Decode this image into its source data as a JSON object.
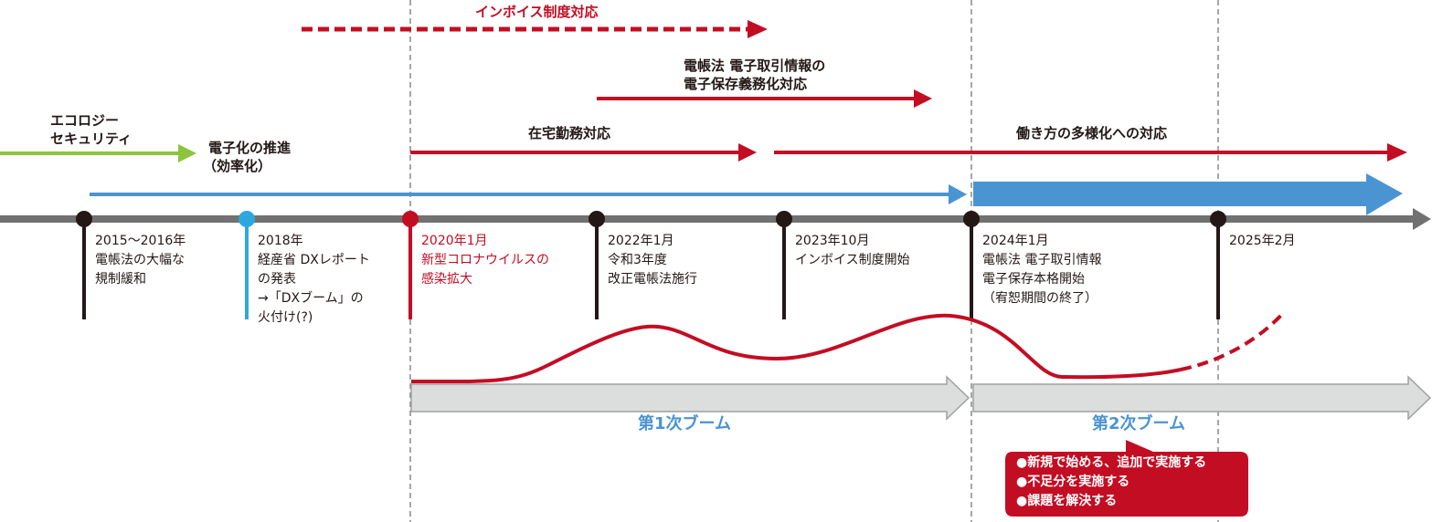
{
  "arrows": {
    "invoice": "インボイス制度対応",
    "denchoho": [
      "電帳法 電子取引情報の",
      "電子保存義務化対応"
    ],
    "ecology": [
      "エコロジー",
      "セキュリティ"
    ],
    "digitize": [
      "電子化の推進",
      "（効率化）"
    ],
    "remote": "在宅勤務対応",
    "diverse": "働き方の多様化への対応"
  },
  "events": [
    {
      "date": "2015～2016年",
      "lines": [
        "電帳法の大幅な",
        "規制緩和"
      ]
    },
    {
      "date": "2018年",
      "lines": [
        "経産省 DXレポート",
        "の発表",
        "→「DXブーム」の",
        "火付け(?)"
      ]
    },
    {
      "date": "2020年1月",
      "lines": [
        "新型コロナウイルスの",
        "感染拡大"
      ]
    },
    {
      "date": "2022年1月",
      "lines": [
        "令和3年度",
        "改正電帳法施行"
      ]
    },
    {
      "date": "2023年10月",
      "lines": [
        "インボイス制度開始"
      ]
    },
    {
      "date": "2024年1月",
      "lines": [
        "電帳法 電子取引情報",
        "電子保存本格開始",
        "（宥恕期間の終了）"
      ]
    },
    {
      "date": "2025年2月",
      "lines": []
    }
  ],
  "booms": [
    "第1次ブーム",
    "第2次ブーム"
  ],
  "callout": [
    "●新規で始める、追加で実施する",
    "●不足分を実施する",
    "●課題を解決する"
  ],
  "colors": {
    "red": "#c30d23",
    "blue": "#4a94d2",
    "green": "#8cc43c",
    "gray": "#717171",
    "lightblue": "#2ea7e0"
  }
}
